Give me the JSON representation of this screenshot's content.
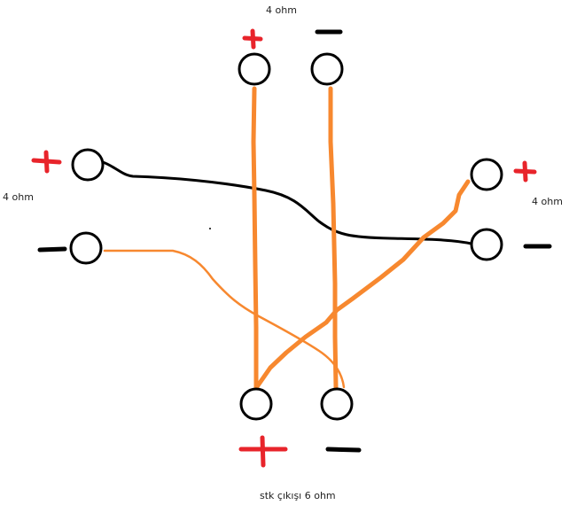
{
  "labels": {
    "top_speaker": "4 ohm",
    "left_speaker": "4 ohm",
    "right_speaker": "4 ohm",
    "output": "stk çıkışı 6 ohm"
  },
  "colors": {
    "terminal": "#000000",
    "plus_mark": "#e8242b",
    "minus_mark": "#000000",
    "wire_black": "#000000",
    "wire_orange": "#f7882f"
  },
  "polarity": {
    "top_left_terminal": "+",
    "top_right_terminal": "-",
    "left_upper_terminal": "+",
    "left_lower_terminal": "-",
    "right_upper_terminal": "+",
    "right_lower_terminal": "-",
    "bottom_left_terminal": "+",
    "bottom_right_terminal": "-"
  }
}
